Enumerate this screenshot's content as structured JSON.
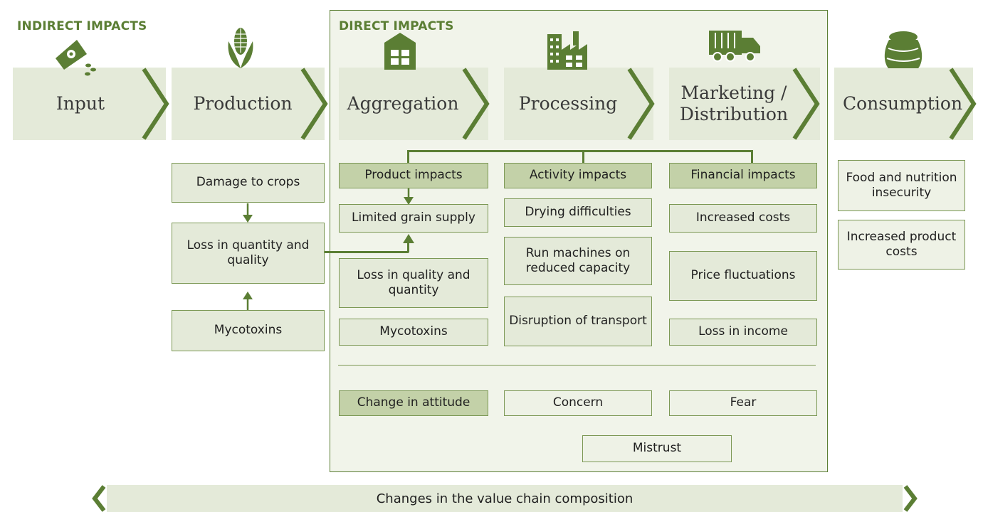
{
  "sections": {
    "indirect": "INDIRECT IMPACTS",
    "direct": "DIRECT IMPACTS"
  },
  "stages": [
    {
      "label": "Input",
      "icon": "seed-bag-icon"
    },
    {
      "label": "Production",
      "icon": "maize-icon"
    },
    {
      "label": "Aggregation",
      "icon": "warehouse-icon"
    },
    {
      "label": "Processing",
      "icon": "factory-icon"
    },
    {
      "label": "Marketing /\nDistribution",
      "icon": "truck-icon"
    },
    {
      "label": "Consumption",
      "icon": "grain-sack-icon"
    }
  ],
  "production": {
    "damage": "Damage to crops",
    "loss": "Loss in quantity and quality",
    "mycotoxins": "Mycotoxins"
  },
  "direct": {
    "headers": {
      "product": "Product impacts",
      "activity": "Activity impacts",
      "financial": "Financial impacts"
    },
    "product": [
      "Limited grain supply",
      "Loss in quality and quantity",
      "Mycotoxins"
    ],
    "activity": [
      "Drying difficulties",
      "Run machines on reduced capacity",
      "Disruption of transport"
    ],
    "financial": [
      "Increased costs",
      "Price fluctuations",
      "Loss in income"
    ],
    "attitude": {
      "header": "Change in attitude",
      "items": [
        "Concern",
        "Fear",
        "Mistrust"
      ]
    }
  },
  "consumption": [
    "Food and nutrition insecurity",
    "Increased product costs"
  ],
  "bottom_bar": "Changes in the value chain composition",
  "colors": {
    "accent": "#5b7e34",
    "light_fill": "#e4ead9",
    "header_fill": "#c3d1a8",
    "frame_fill": "#f1f4ea"
  }
}
